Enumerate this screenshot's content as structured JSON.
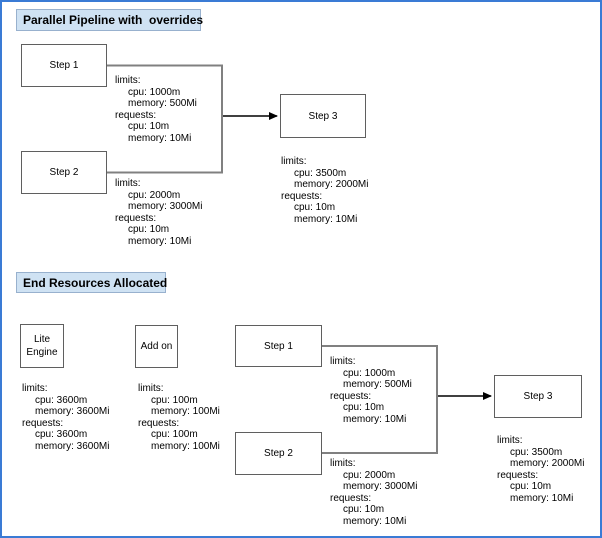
{
  "app": {
    "kind": "pipeline-resources-diagram",
    "background": "#ffffff",
    "frame_color": "#3a7bd5"
  },
  "colors": {
    "title_fill": "#cfe2f3",
    "title_border": "#98b1ce",
    "node_border": "#5f5f5f",
    "connector_gray": "#808080",
    "arrow_black": "#000000"
  },
  "sections": [
    {
      "title": "Parallel Pipeline with  overrides",
      "nodes": [
        {
          "label": "Step 1"
        },
        {
          "label": "Step 2"
        },
        {
          "label": "Step 3"
        }
      ],
      "resource_blocks": [
        {
          "for": "Step 1",
          "lines": [
            "limits:",
            "cpu: 1000m",
            "memory: 500Mi",
            "requests:",
            "cpu: 10m",
            "memory: 10Mi"
          ]
        },
        {
          "for": "Step 2",
          "lines": [
            "limits:",
            "cpu: 2000m",
            "memory: 3000Mi",
            "requests:",
            "cpu: 10m",
            "memory: 10Mi"
          ]
        },
        {
          "for": "Step 3",
          "lines": [
            "limits:",
            "cpu: 3500m",
            "memory: 2000Mi",
            "requests:",
            "cpu: 10m",
            "memory: 10Mi"
          ]
        }
      ]
    },
    {
      "title": "End Resources Allocated",
      "nodes": [
        {
          "label": "Lite Engine"
        },
        {
          "label": "Add on"
        },
        {
          "label": "Step 1"
        },
        {
          "label": "Step 2"
        },
        {
          "label": "Step 3"
        }
      ],
      "resource_blocks": [
        {
          "for": "Lite Engine",
          "lines": [
            "limits:",
            "cpu: 3600m",
            "memory: 3600Mi",
            "requests:",
            "cpu: 3600m",
            "memory: 3600Mi"
          ]
        },
        {
          "for": "Add on",
          "lines": [
            "limits:",
            "cpu: 100m",
            "memory: 100Mi",
            "requests:",
            "cpu: 100m",
            "memory: 100Mi"
          ]
        },
        {
          "for": "Step 1",
          "lines": [
            "limits:",
            "cpu: 1000m",
            "memory: 500Mi",
            "requests:",
            "cpu: 10m",
            "memory: 10Mi"
          ]
        },
        {
          "for": "Step 2",
          "lines": [
            "limits:",
            "cpu: 2000m",
            "memory: 3000Mi",
            "requests:",
            "cpu: 10m",
            "memory: 10Mi"
          ]
        },
        {
          "for": "Step 3",
          "lines": [
            "limits:",
            "cpu: 3500m",
            "memory: 2000Mi",
            "requests:",
            "cpu: 10m",
            "memory: 10Mi"
          ]
        }
      ]
    }
  ]
}
